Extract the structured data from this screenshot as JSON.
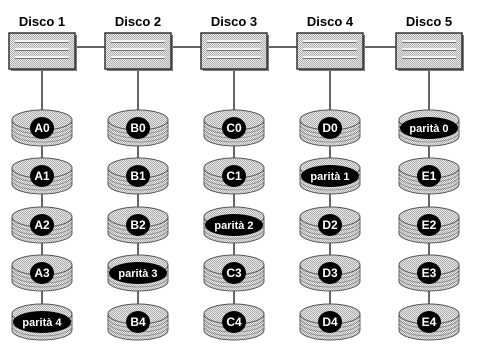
{
  "disks": [
    {
      "title": "Disco 1",
      "blocks": [
        "A0",
        "A1",
        "A2",
        "A3",
        "parità 4"
      ]
    },
    {
      "title": "Disco 2",
      "blocks": [
        "B0",
        "B1",
        "B2",
        "parità 3",
        "B4"
      ]
    },
    {
      "title": "Disco 3",
      "blocks": [
        "C0",
        "C1",
        "parità 2",
        "C3",
        "C4"
      ]
    },
    {
      "title": "Disco 4",
      "blocks": [
        "D0",
        "parità 1",
        "D2",
        "D3",
        "D4"
      ]
    },
    {
      "title": "Disco 5",
      "blocks": [
        "parità 0",
        "E1",
        "E2",
        "E3",
        "E4"
      ]
    }
  ],
  "colors": {
    "controller_fill": "#d9d9d9",
    "controller_border": "#333333",
    "platter_fill": "#c9c9c9",
    "platter_edge": "#555555",
    "label_badge": "#000000",
    "label_text": "#ffffff",
    "connector": "#666666"
  }
}
